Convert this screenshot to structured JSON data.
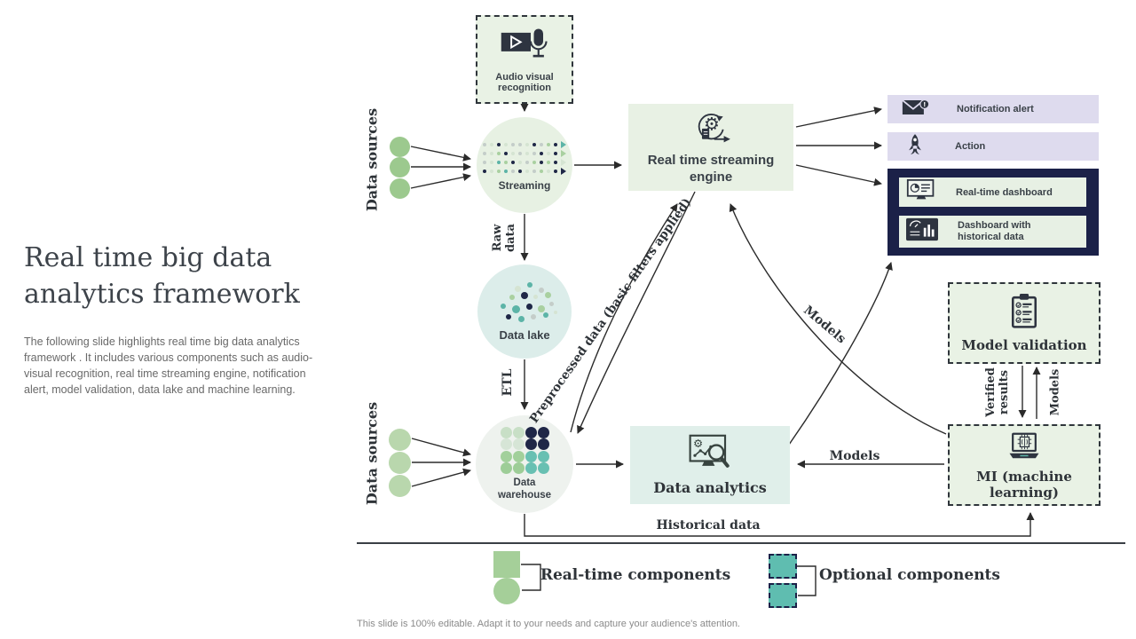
{
  "slide": {
    "title": "Real time big data analytics framework",
    "description": "The following slide highlights real time big data analytics framework . It includes various components such as audio-visual recognition, real time streaming engine, notification alert, model validation, data lake and machine learning.",
    "footer": "This slide is 100% editable. Adapt it to your needs and capture your audience's attention."
  },
  "nodes": {
    "audio_visual": "Audio visual recognition",
    "streaming": "Streaming",
    "data_lake": "Data lake",
    "data_warehouse": "Data warehouse",
    "streaming_engine": "Real time streaming engine",
    "notification": "Notification alert",
    "action": "Action",
    "rt_dashboard": "Real-time dashboard",
    "hist_dashboard": "Dashboard with historical data",
    "model_validation": "Model validation",
    "ml": "MI (machine learning)",
    "data_analytics": "Data analytics"
  },
  "labels": {
    "data_sources": "Data sources",
    "raw_data": "Raw data",
    "etl": "ETL",
    "preprocessed": "Preprocessed data (basic filters applied)",
    "models": "Models",
    "verified_results": "Verified results",
    "historical_data": "Historical data"
  },
  "legend": {
    "realtime": "Real-time components",
    "optional": "Optional components"
  },
  "icons": {
    "audio_visual": "video-mic-icon",
    "streaming_engine": "gear-cycle-icon",
    "notification": "envelope-alert-icon",
    "action": "rocket-icon",
    "rt_dashboard": "monitor-pie-icon",
    "hist_dashboard": "bar-chart-icon",
    "model_validation": "clipboard-check-icon",
    "ml": "laptop-ai-icon",
    "data_analytics": "monitor-analytics-icon"
  },
  "colors": {
    "light_green_fill": "#e9f2e5",
    "pale_teal_fill": "#dcedea",
    "pale_gray_green_fill": "#eef2ee",
    "lavender_fill": "#dedbee",
    "navy": "#1b2148",
    "arrow": "#2d2d2d",
    "source_green": "#9cc98e",
    "source_green_light": "#b9d7ad",
    "legend_green": "#a5cf99",
    "legend_teal": "#5fbdb0"
  }
}
